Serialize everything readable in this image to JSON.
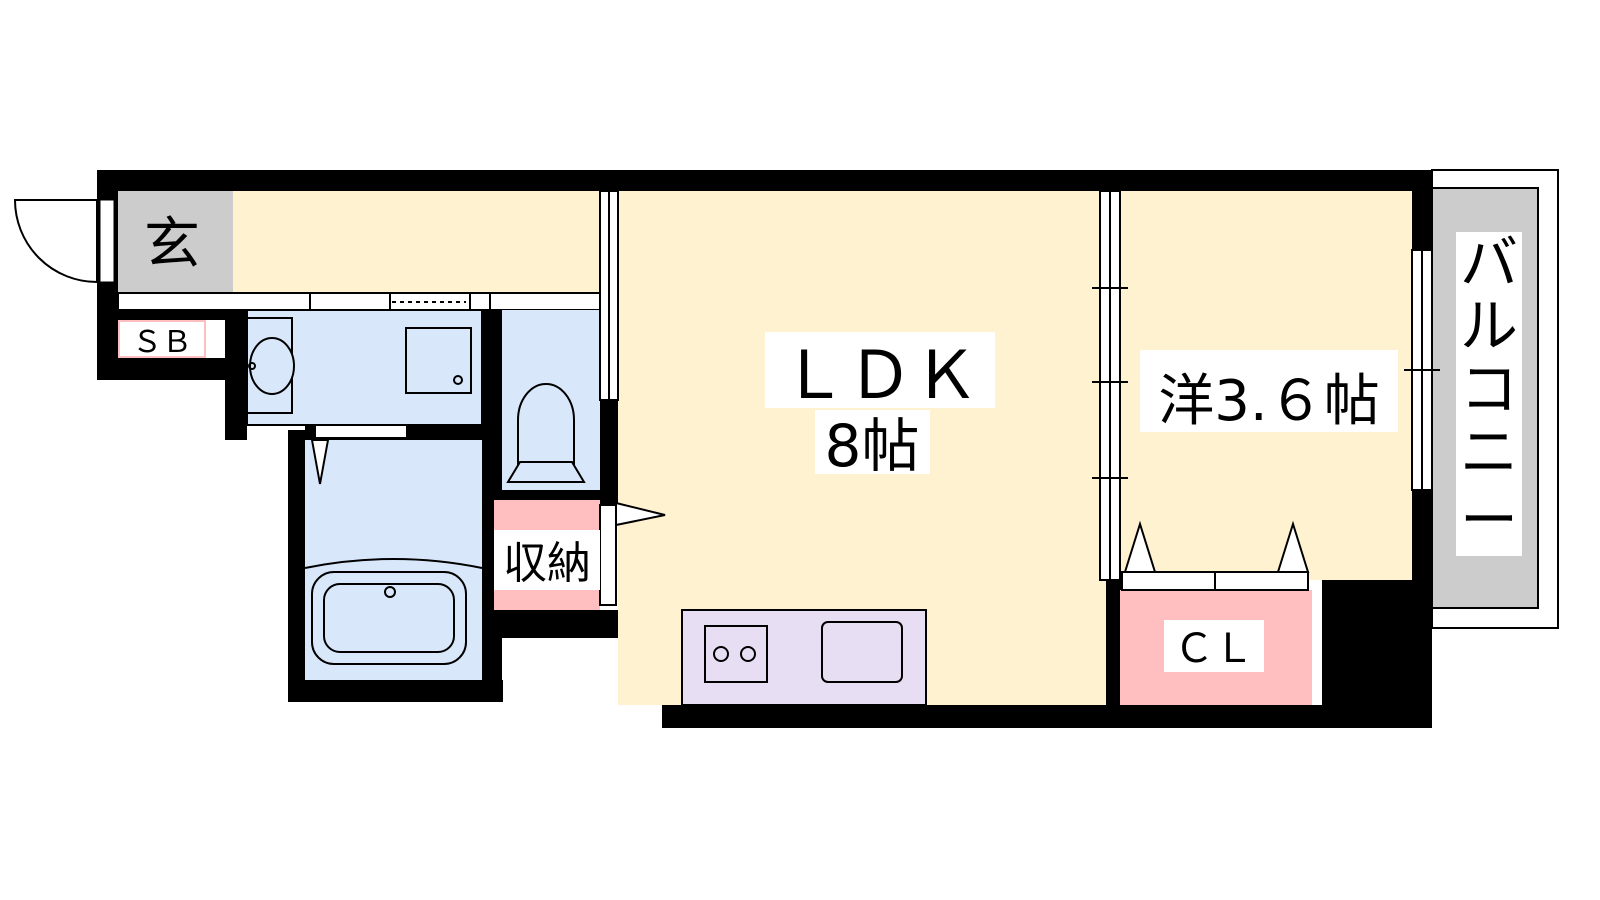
{
  "rooms": {
    "entrance": {
      "label": "玄"
    },
    "shoe_box": {
      "label": "ＳＢ"
    },
    "ldk": {
      "label_line1": "ＬＤＫ",
      "label_line2": "8帖"
    },
    "western_room": {
      "label": "洋3.６帖"
    },
    "storage": {
      "label": "収納"
    },
    "closet": {
      "label": "ＣＬ"
    },
    "balcony": {
      "label_chars": [
        "バ",
        "ル",
        "コ",
        "ニ",
        "ー"
      ]
    }
  },
  "colors": {
    "wall": "#000000",
    "living_floor": "#fff2d0",
    "wet_area": "#d8e8fa",
    "storage_pink": "#ffbfc0",
    "kitchen": "#e8def4",
    "entrance_gray": "#cccccc",
    "balcony_gray": "#cccccc"
  }
}
